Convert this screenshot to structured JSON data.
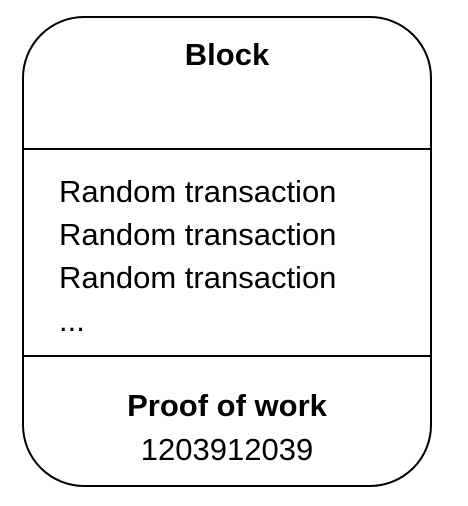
{
  "block": {
    "title": "Block",
    "transactions": [
      "Random transaction",
      "Random transaction",
      "Random transaction",
      "..."
    ],
    "proof_of_work": {
      "label": "Proof of work",
      "value": "1203912039"
    }
  }
}
